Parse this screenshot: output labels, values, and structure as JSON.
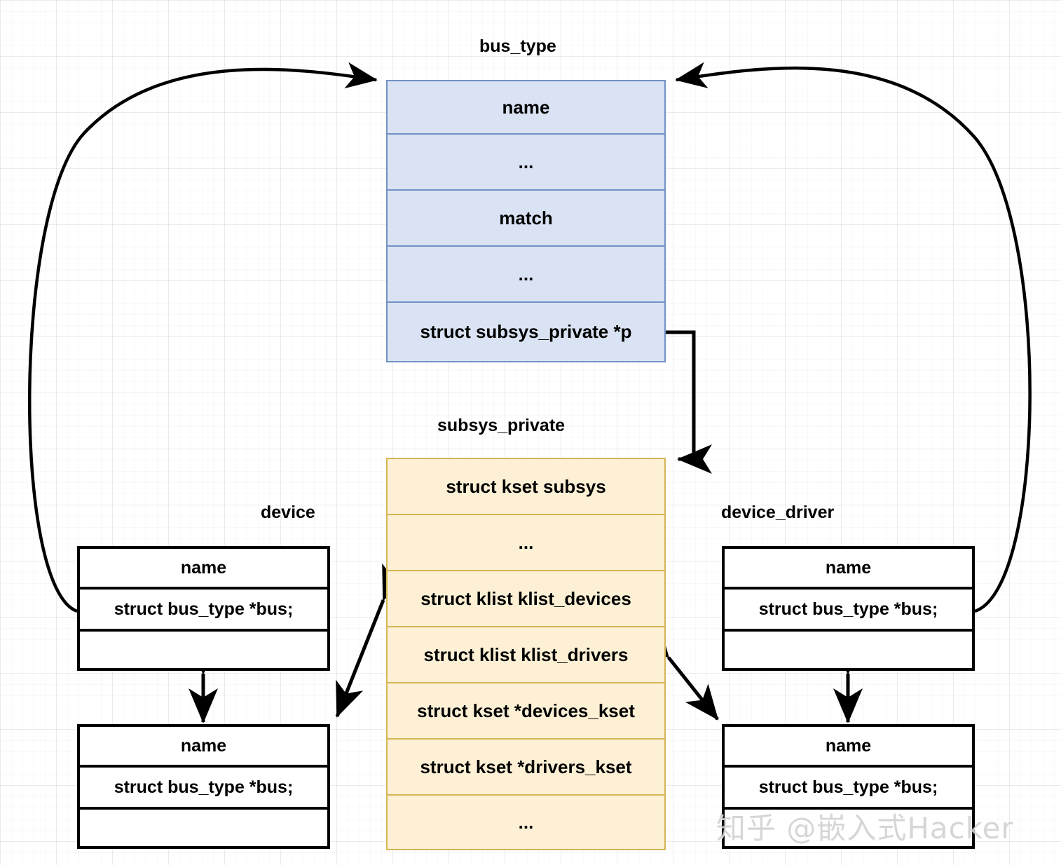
{
  "diagram": {
    "title_labels": {
      "bus_type": "bus_type",
      "subsys_private": "subsys_private",
      "device": "device",
      "device_driver": "device_driver"
    },
    "structs": {
      "bus_type": {
        "label": "bus_type",
        "fill_color": "#dae3f3",
        "border_color": "#7191c5",
        "rows": [
          {
            "text": "name"
          },
          {
            "text": "..."
          },
          {
            "text": "match"
          },
          {
            "text": "..."
          },
          {
            "text": "struct subsys_private *p"
          }
        ]
      },
      "subsys_private": {
        "label": "subsys_private",
        "fill_color": "#fdf0d5",
        "border_color": "#d6b656",
        "rows": [
          {
            "text": "struct kset subsys"
          },
          {
            "text": "..."
          },
          {
            "text": "struct klist klist_devices"
          },
          {
            "text": "struct klist klist_drivers"
          },
          {
            "text": "struct kset *devices_kset"
          },
          {
            "text": "struct kset *drivers_kset"
          },
          {
            "text": "..."
          }
        ]
      },
      "device_1": {
        "label": "device",
        "fill_color": "#ffffff",
        "border_color": "#000000",
        "rows": [
          {
            "text": "name"
          },
          {
            "text": "struct bus_type *bus;"
          },
          {
            "text": ""
          }
        ]
      },
      "device_2": {
        "label": "device",
        "fill_color": "#ffffff",
        "border_color": "#000000",
        "rows": [
          {
            "text": "name"
          },
          {
            "text": "struct bus_type *bus;"
          },
          {
            "text": ""
          }
        ]
      },
      "device_driver_1": {
        "label": "device_driver",
        "fill_color": "#ffffff",
        "border_color": "#000000",
        "rows": [
          {
            "text": "name"
          },
          {
            "text": "struct bus_type *bus;"
          },
          {
            "text": ""
          }
        ]
      },
      "device_driver_2": {
        "label": "device_driver",
        "fill_color": "#ffffff",
        "border_color": "#000000",
        "rows": [
          {
            "text": "name"
          },
          {
            "text": "struct bus_type *bus;"
          },
          {
            "text": ""
          }
        ]
      }
    },
    "connectors": [
      {
        "name": "device-to-bus-type",
        "style": "curve",
        "arrows": "end"
      },
      {
        "name": "device-driver-to-bus-type",
        "style": "curve",
        "arrows": "end"
      },
      {
        "name": "bus-type-p-to-subsys-private",
        "style": "orthogonal",
        "arrows": "end"
      },
      {
        "name": "subsys-private-klist-devices-to-device",
        "style": "straight",
        "arrows": "both"
      },
      {
        "name": "subsys-private-klist-drivers-to-device-driver",
        "style": "straight",
        "arrows": "both"
      },
      {
        "name": "device-1-to-device-2",
        "style": "straight",
        "arrows": "both"
      },
      {
        "name": "device-driver-1-to-device-driver-2",
        "style": "straight",
        "arrows": "both"
      }
    ]
  },
  "watermark": {
    "text": "知乎 @嵌入式Hacker"
  }
}
